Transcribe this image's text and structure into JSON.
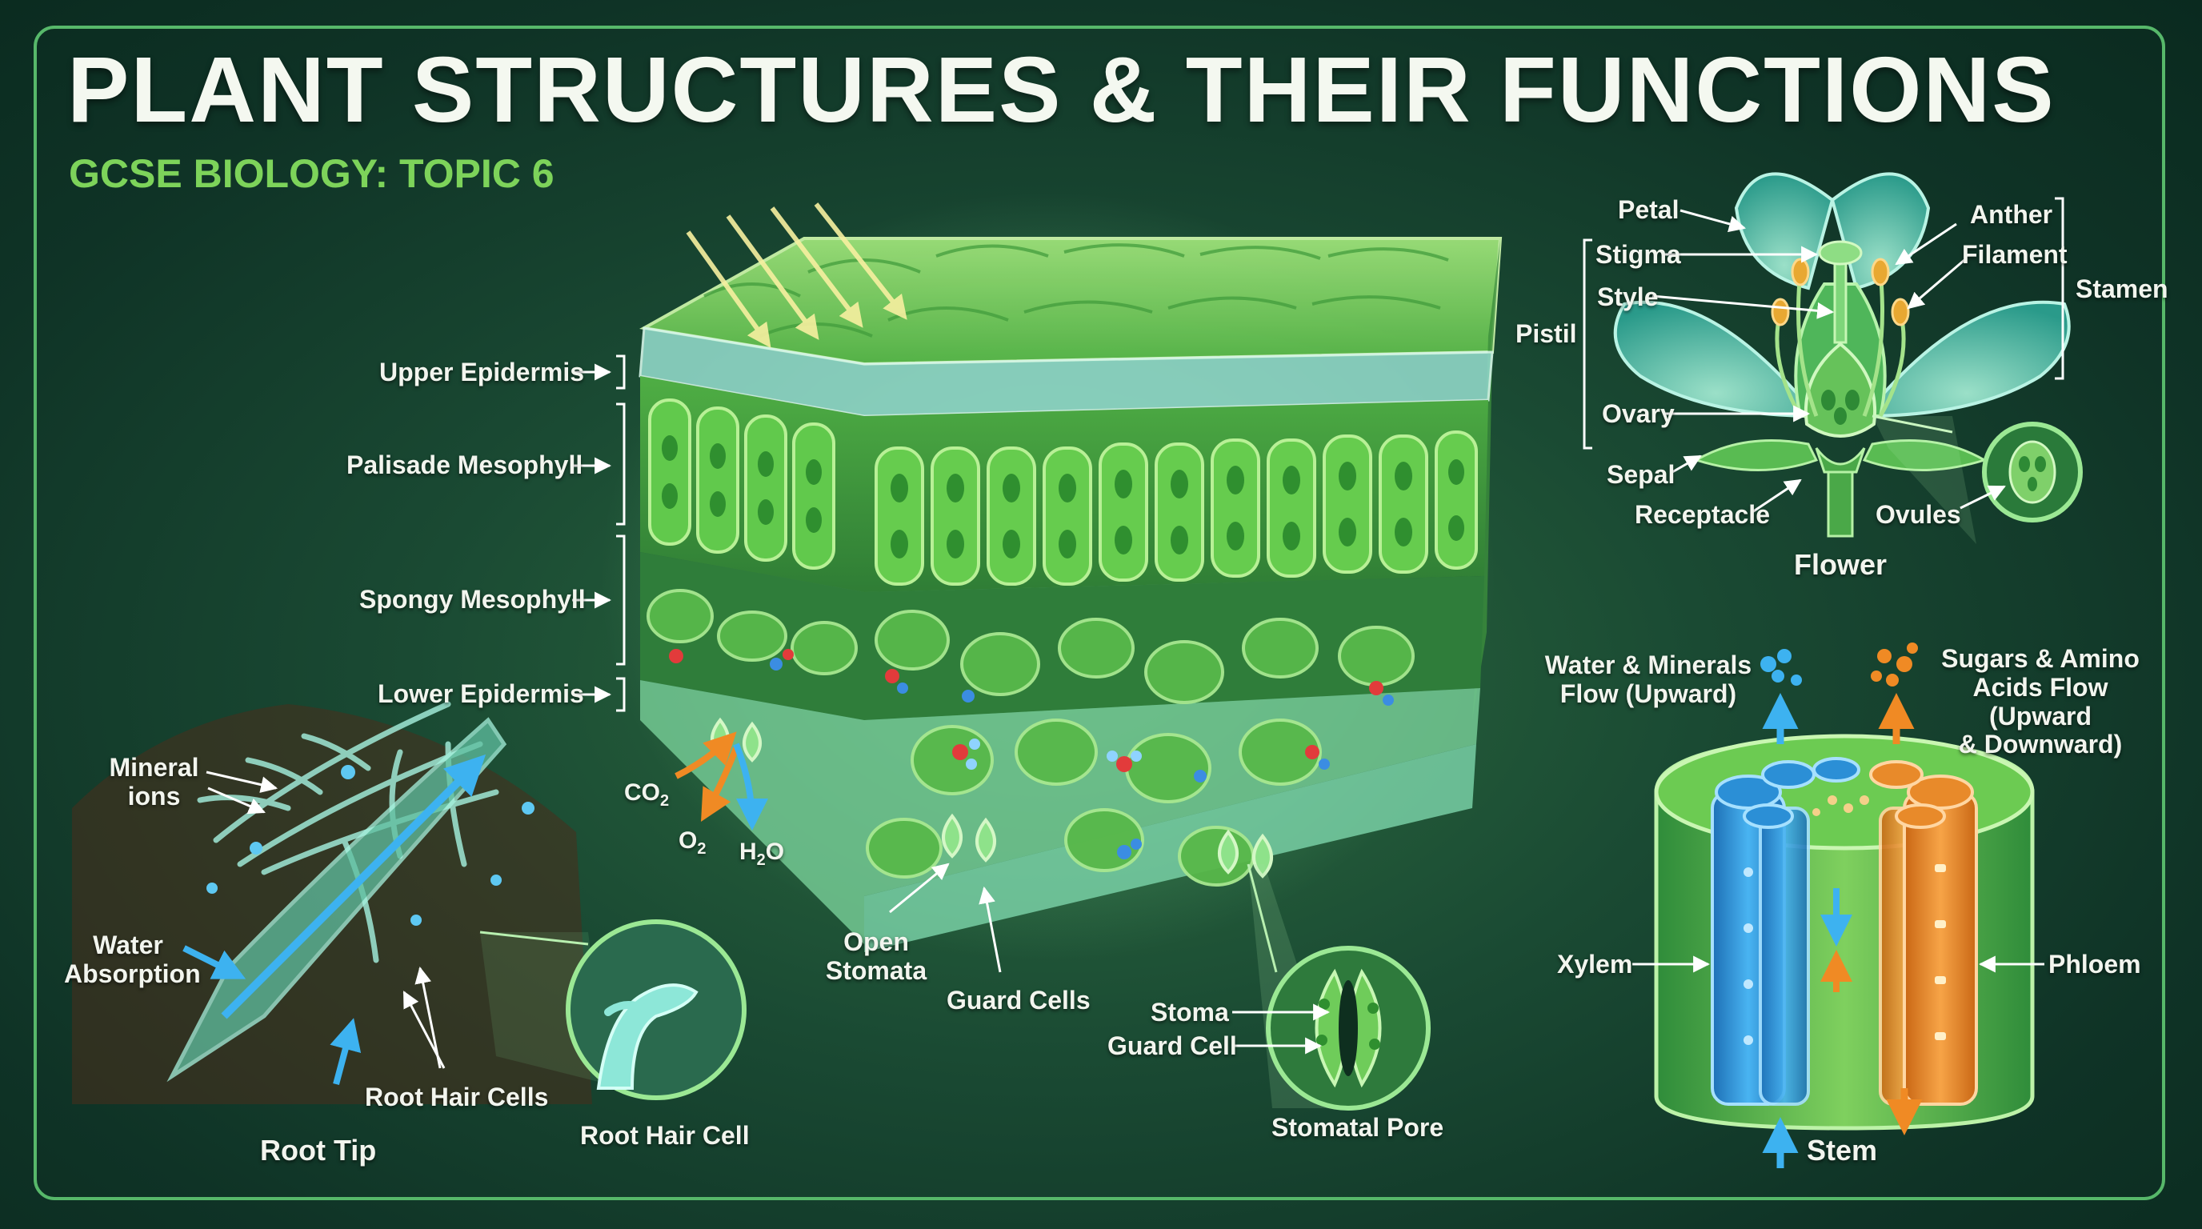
{
  "header": {
    "title": "PLANT STRUCTURES & THEIR FUNCTIONS",
    "subtitle": "GCSE BIOLOGY: TOPIC 6"
  },
  "leaf": {
    "layers": [
      "Upper Epidermis",
      "Palisade Mesophyll",
      "Spongy Mesophyll",
      "Lower Epidermis"
    ],
    "co2": "CO",
    "co2_sub": "2",
    "o2": "O",
    "o2_sub": "2",
    "h2o": "H",
    "h2o_sub": "2",
    "h2o_tail": "O",
    "open_stomata": "Open\nStomata",
    "guard_cells": "Guard Cells"
  },
  "stomatal_pore": {
    "stoma": "Stoma",
    "guard_cell": "Guard Cell",
    "caption": "Stomatal Pore"
  },
  "root": {
    "mineral_ions": "Mineral\nions",
    "water_absorption": "Water\nAbsorption",
    "root_hair_cells": "Root Hair Cells",
    "root_tip": "Root Tip",
    "root_hair_cell": "Root Hair Cell"
  },
  "flower": {
    "petal": "Petal",
    "stigma": "Stigma",
    "style": "Style",
    "pistil": "Pistil",
    "ovary": "Ovary",
    "sepal": "Sepal",
    "receptacle": "Receptacle",
    "anther": "Anther",
    "filament": "Filament",
    "stamen": "Stamen",
    "ovules": "Ovules",
    "caption": "Flower"
  },
  "stem": {
    "water_flow": "Water & Minerals\nFlow (Upward)",
    "sugar_flow": "Sugars & Amino\nAcids Flow (Upward\n& Downward)",
    "xylem": "Xylem",
    "phloem": "Phloem",
    "caption": "Stem"
  },
  "colors": {
    "background": "#0f3326",
    "frame": "#57b86a",
    "subtitle": "#7dd35a",
    "xylem": "#2b8fd6",
    "phloem": "#e88a2a",
    "leaf_green": "#5fc24a"
  }
}
